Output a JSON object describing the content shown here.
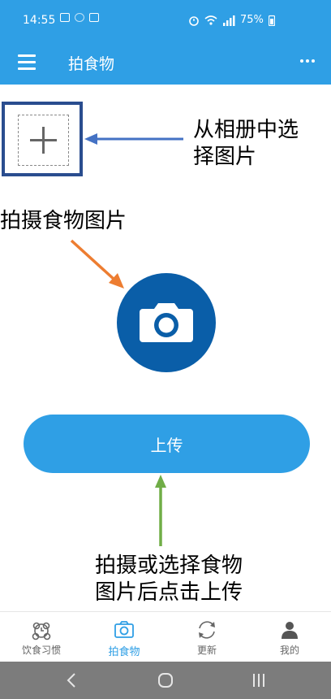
{
  "status_bar": {
    "time": "14:55",
    "battery": "75%"
  },
  "app_bar": {
    "title": "拍食物"
  },
  "annotations": {
    "select_album_line1": "从相册中选",
    "select_album_line2": "择图片",
    "take_photo": "拍摄食物图片",
    "upload_hint_line1": "拍摄或选择食物",
    "upload_hint_line2": "图片后点击上传"
  },
  "upload_button": {
    "label": "上传"
  },
  "bottom_nav": {
    "items": [
      {
        "label": "饮食习惯",
        "icon": "habit-icon"
      },
      {
        "label": "拍食物",
        "icon": "camera-icon"
      },
      {
        "label": "更新",
        "icon": "refresh-icon"
      },
      {
        "label": "我的",
        "icon": "person-icon"
      }
    ],
    "active_index": 1
  },
  "colors": {
    "primary": "#2f9fe5",
    "camera": "#0a5ea8",
    "frame_border": "#2a4d8f",
    "arrow_blue": "#4472c4",
    "arrow_orange": "#ed7d31",
    "arrow_green": "#70ad47",
    "system_nav": "#7c7c7c"
  }
}
